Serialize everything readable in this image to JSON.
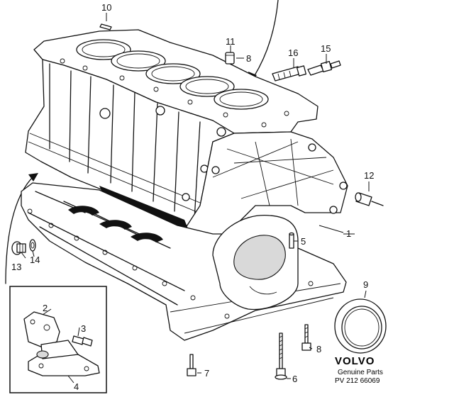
{
  "diagram": {
    "callouts": {
      "c1": "1",
      "c2": "2",
      "c3": "3",
      "c4": "4",
      "c5": "5",
      "c6": "6",
      "c7": "7",
      "c8a": "8",
      "c8b": "8",
      "c9": "9",
      "c10": "10",
      "c11": "11",
      "c12": "12",
      "c13": "13",
      "c14": "14",
      "c15": "15",
      "c16": "16"
    },
    "brand": {
      "logo": "VOLVO",
      "line1": "Genuine Parts",
      "line2": "PV 212 66069"
    }
  }
}
